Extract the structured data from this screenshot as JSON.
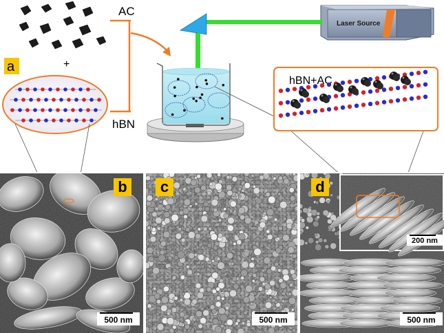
{
  "top": {
    "ac_label": "AC",
    "plus": "+",
    "hbn_label": "hBN",
    "panel_a": "a",
    "laser_label": "Laser Source",
    "zoom_label": "hBN+AC"
  },
  "sem": {
    "b": {
      "label": "b",
      "scale": "500 nm"
    },
    "c": {
      "label": "c",
      "scale": "500 nm"
    },
    "d": {
      "label": "d",
      "scale": "500 nm",
      "inset_scale": "200 nm"
    }
  },
  "colors": {
    "accent_orange": "#f07c27",
    "laser_green": "#32e02c",
    "prism_blue": "#2ea9e8",
    "label_yellow": "#f7c600",
    "boron_red": "#d8202a",
    "nitrogen_blue": "#2a2ad0"
  }
}
